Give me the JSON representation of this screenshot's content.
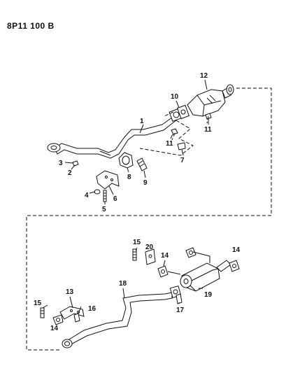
{
  "diagram": {
    "code": "8P11 100 B",
    "callouts": [
      "1",
      "2",
      "3",
      "4",
      "5",
      "6",
      "7",
      "8",
      "9",
      "10",
      "11",
      "11",
      "11",
      "12",
      "13",
      "14",
      "14",
      "14",
      "14",
      "15",
      "15",
      "16",
      "17",
      "18",
      "19",
      "20"
    ]
  }
}
